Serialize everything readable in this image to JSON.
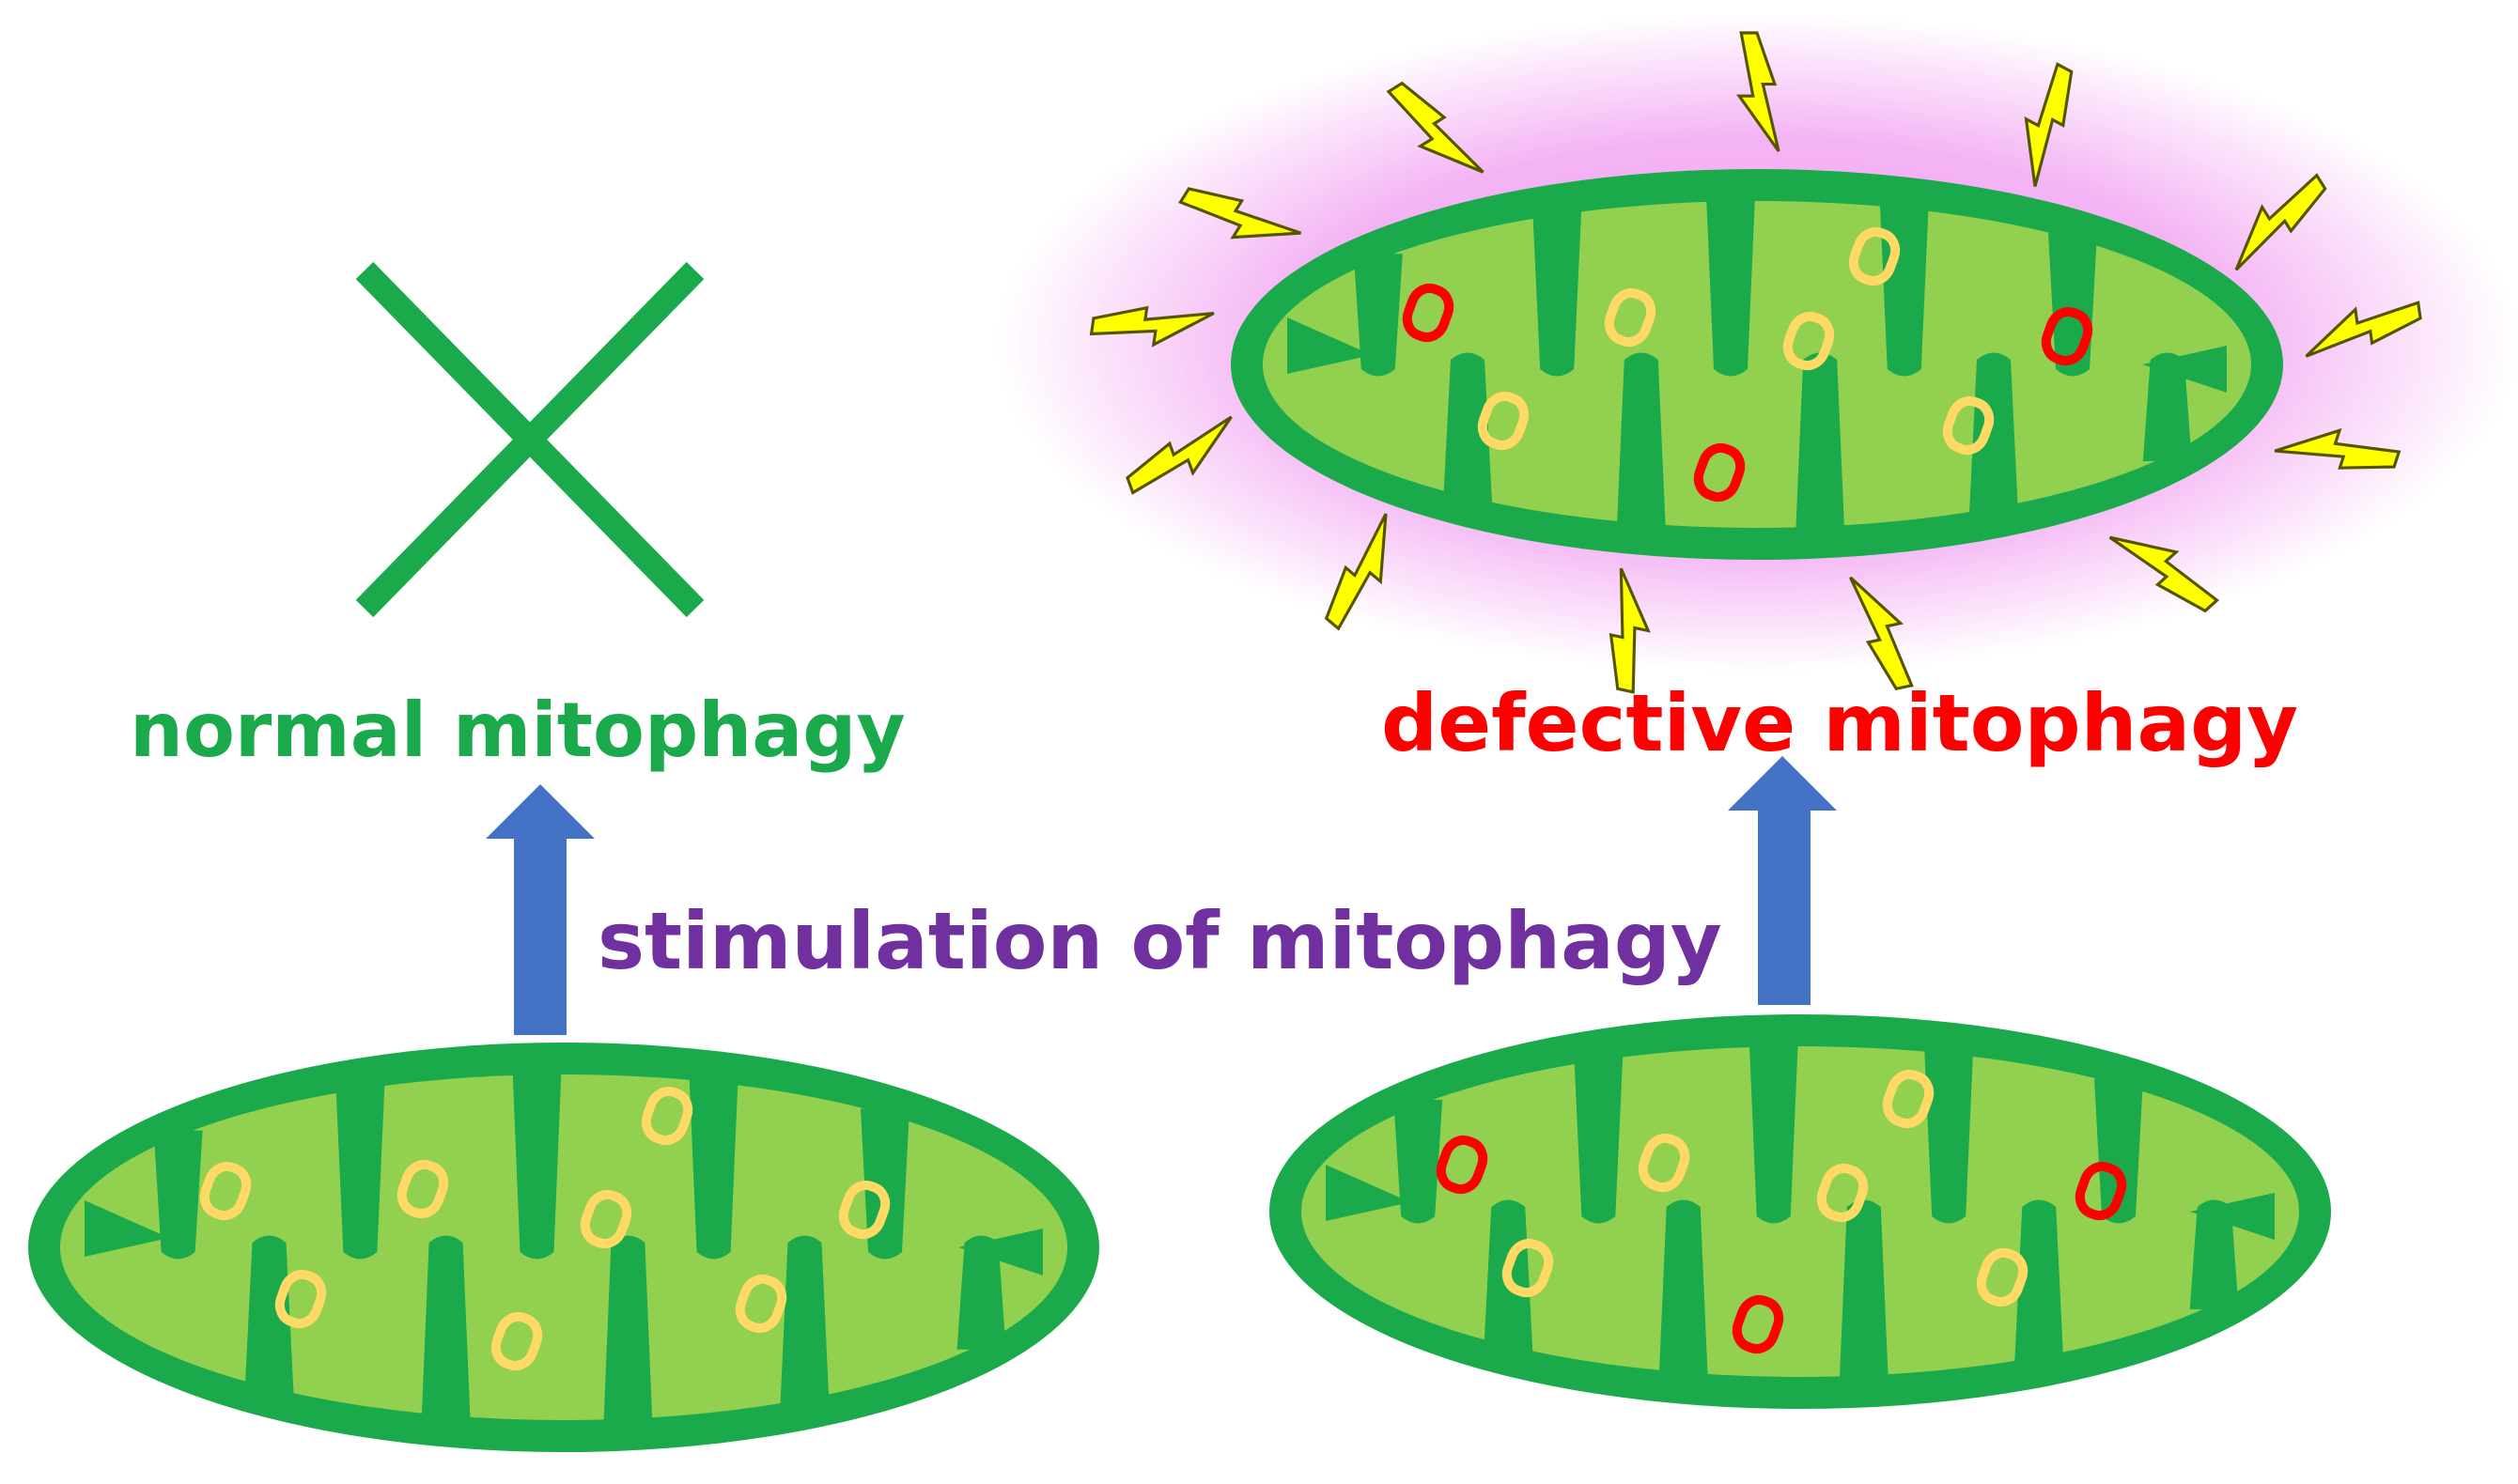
{
  "labels": {
    "normal": "normal mitophagy",
    "defective": "defective mitophagy",
    "stimulation": "stimulation of mitophagy"
  },
  "colors": {
    "mito_outer": "#1aaa4c",
    "mito_inner": "#92d050",
    "healthy_particle": "#ffd966",
    "damaged_particle": "#ff0000",
    "arrow": "#4472c4",
    "cross": "#1aaa4c",
    "normal_text": "#1aaa4c",
    "defective_text": "#ff0000",
    "stimulation_text": "#7030a0",
    "glow": "#f2a6f2",
    "bolt_fill": "#ffff00",
    "bolt_stroke": "#555500"
  },
  "icons": [
    "cross-icon",
    "up-arrow-icon",
    "lightning-bolt-icon",
    "mitochondrion-icon"
  ]
}
